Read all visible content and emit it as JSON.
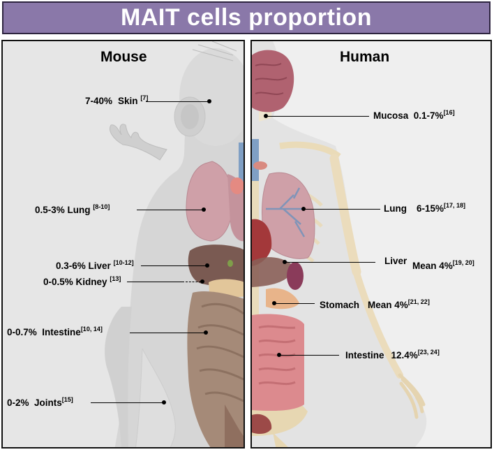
{
  "title": "MAIT cells proportion",
  "mouse": {
    "heading": "Mouse",
    "labels": [
      {
        "pct": "7-40%",
        "tissue": "Skin",
        "ref": "[7]"
      },
      {
        "pct": "0.5-3%",
        "tissue": "Lung",
        "ref": "[8-10]"
      },
      {
        "pct": "0.3-6%",
        "tissue": "Liver",
        "ref": "[10-12]"
      },
      {
        "pct": "0-0.5%",
        "tissue": "Kidney",
        "ref": "[13]"
      },
      {
        "pct": "0-0.7%",
        "tissue": "Intestine",
        "ref": "[10, 14]"
      },
      {
        "pct": "0-2%",
        "tissue": "Joints",
        "ref": "[15]"
      }
    ]
  },
  "human": {
    "heading": "Human",
    "labels": [
      {
        "tissue": "Mucosa",
        "pct": "0.1-7%",
        "ref": "[16]"
      },
      {
        "tissue": "Lung",
        "pct": "6-15%",
        "ref": "[17, 18]"
      },
      {
        "tissue": "Liver",
        "pct": "Mean 4%",
        "ref": "[19, 20]"
      },
      {
        "tissue": "Stomach",
        "pct": "Mean 4%",
        "ref": "[21, 22]"
      },
      {
        "tissue": "Intestine",
        "pct": "12.4%",
        "ref": "[23, 24]"
      }
    ]
  },
  "colors": {
    "title_bar": "#8a78a9",
    "mouse_body": "#d6d6d6",
    "lung": "#cfa0a8",
    "liver": "#7a5a52",
    "kidney": "#e2c69a",
    "intestine": "#a58a78",
    "human_intestine": "#dc8a8e",
    "brain": "#b06270",
    "bone": "#ebdcbc"
  }
}
